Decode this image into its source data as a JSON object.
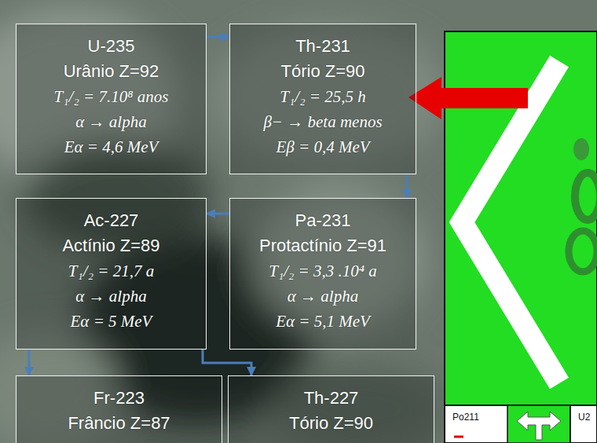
{
  "diagram": {
    "nodes": [
      {
        "text": [
          "U-235",
          "Urânio Z=92",
          "T₁/₂ = 7.10⁸ anos",
          "α → alpha",
          "Eα = 4,6 MeV"
        ]
      },
      {
        "text": [
          "Th-231",
          "Tório Z=90",
          "T₁/₂ = 25,5 h",
          "β− → beta menos",
          "Eβ = 0,4 MeV"
        ]
      },
      {
        "text": [
          "Ac-227",
          "Actínio Z=89",
          "T₁/₂ = 21,7 a",
          "α → alpha",
          "Eα = 5 MeV"
        ]
      },
      {
        "text": [
          "Pa-231",
          "Protactínio Z=91",
          "T₁/₂ = 3,3 .10⁴ a",
          "α → alpha",
          "Eα = 5,1 MeV"
        ]
      },
      {
        "text": [
          "Fr-223",
          "Frâncio Z=87"
        ]
      },
      {
        "text": [
          "Th-227",
          "Tório Z=90"
        ]
      }
    ],
    "edges": [
      {
        "from": 0,
        "to": 1,
        "arrow": "to"
      },
      {
        "from": 1,
        "to": 3,
        "arrow": "to"
      },
      {
        "from": 3,
        "to": 2,
        "arrow": "to"
      },
      {
        "from": 2,
        "to": 4,
        "arrow": "to"
      },
      {
        "from": 2,
        "to": 5,
        "arrow": "to"
      }
    ],
    "labels": [
      "Po211",
      "U2"
    ]
  }
}
